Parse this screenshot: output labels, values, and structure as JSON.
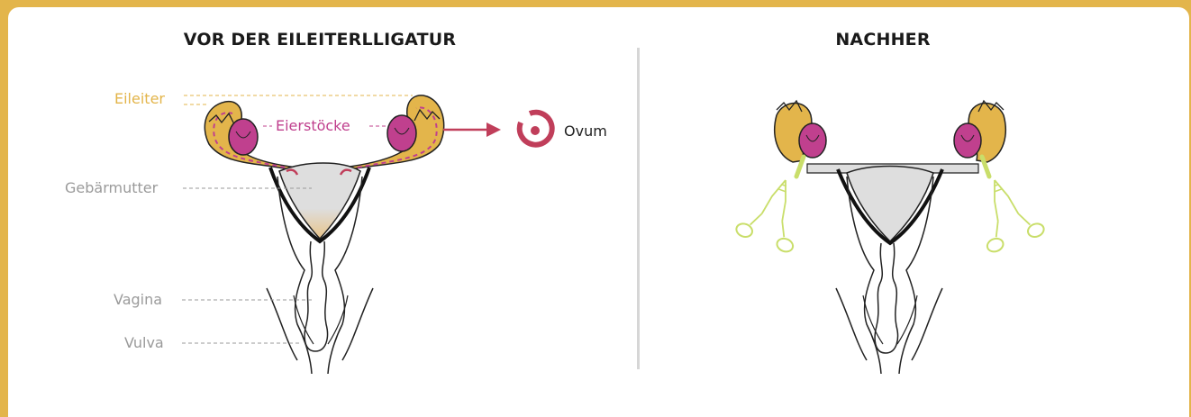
{
  "panels": {
    "before": {
      "title": "VOR DER EILEITERLLIGATUR",
      "labels": {
        "fallopian_tube": "Eileiter",
        "ovaries": "Eierstöcke",
        "uterus": "Gebärmutter",
        "vagina": "Vagina",
        "vulva": "Vulva",
        "ovum": "Ovum"
      }
    },
    "after": {
      "title": "NACHHER"
    }
  },
  "colors": {
    "frame": "#e3b54b",
    "tube": "#e3b54b",
    "ovary": "#c0408e",
    "arrow": "#c03e5a",
    "uterus_fill": "#dedede",
    "clip": "#c9de6a",
    "divider": "#d6d6d6"
  },
  "icons": [
    "ovum-icon",
    "arrow-right-icon",
    "forceps-icon"
  ]
}
